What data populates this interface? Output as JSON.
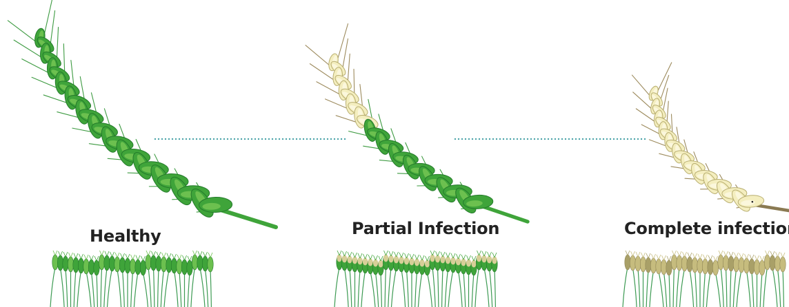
{
  "stages": [
    {
      "label": "Healthy"
    },
    {
      "label": "Partial Infection"
    },
    {
      "label": "Complete infection"
    }
  ],
  "colors": {
    "healthy_green": "#3fa43a",
    "healthy_light": "#6cc04f",
    "healthy_dark": "#237a2a",
    "infected_cream": "#f4eebf",
    "infected_stroke": "#b8ae70",
    "awn_brown": "#9c8a5c",
    "dotted_line": "#4aa3a8",
    "stem_field": "#3c9a52",
    "field_tan": "#c6bc7e"
  }
}
